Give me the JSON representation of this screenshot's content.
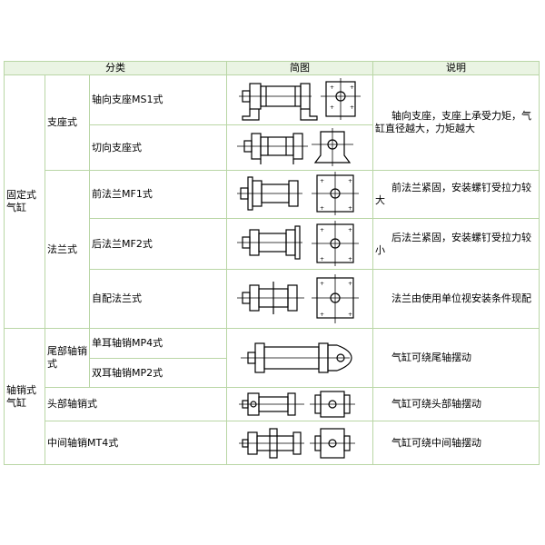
{
  "header": {
    "category": "分类",
    "diagram": "简图",
    "description": "说明"
  },
  "groups": {
    "fixed": "固定式气缸",
    "pivot": "轴销式气缸"
  },
  "subgroups": {
    "foot": "支座式",
    "flange": "法兰式",
    "rear_pin": "尾部轴销式",
    "head_pin": "头部轴销式",
    "middle_pin": "中间轴销MT4式"
  },
  "rows": [
    {
      "type": "轴向支座MS1式",
      "desc": ""
    },
    {
      "type": "切向支座式",
      "desc": ""
    },
    {
      "type": "前法兰MF1式",
      "desc": "前法兰紧固，安装螺钉受拉力较大"
    },
    {
      "type": "后法兰MF2式",
      "desc": "后法兰紧固，安装螺钉受拉力较小"
    },
    {
      "type": "自配法兰式",
      "desc": "法兰由使用单位视安装条件现配"
    },
    {
      "type": "单耳轴销MP4式",
      "desc": ""
    },
    {
      "type": "双耳轴销MP2式",
      "desc": ""
    }
  ],
  "shared_desc": {
    "foot": "轴向支座，支座上承受力矩，气缸直径越大，力矩越大",
    "rear_pin": "气缸可绕尾轴摆动",
    "head_pin": "气缸可绕头部轴摆动",
    "middle_pin": "气缸可绕中间轴摆动"
  },
  "icons": [
    "axial-foot-mount-diagram",
    "tangential-foot-mount-diagram",
    "front-flange-mount-diagram",
    "rear-flange-mount-diagram",
    "custom-flange-mount-diagram",
    "rear-clevis-mount-diagram",
    "head-trunnion-mount-diagram",
    "middle-trunnion-mount-diagram"
  ],
  "colors": {
    "border": "#b9d6a5",
    "header_bg": "#eaf4e3"
  }
}
